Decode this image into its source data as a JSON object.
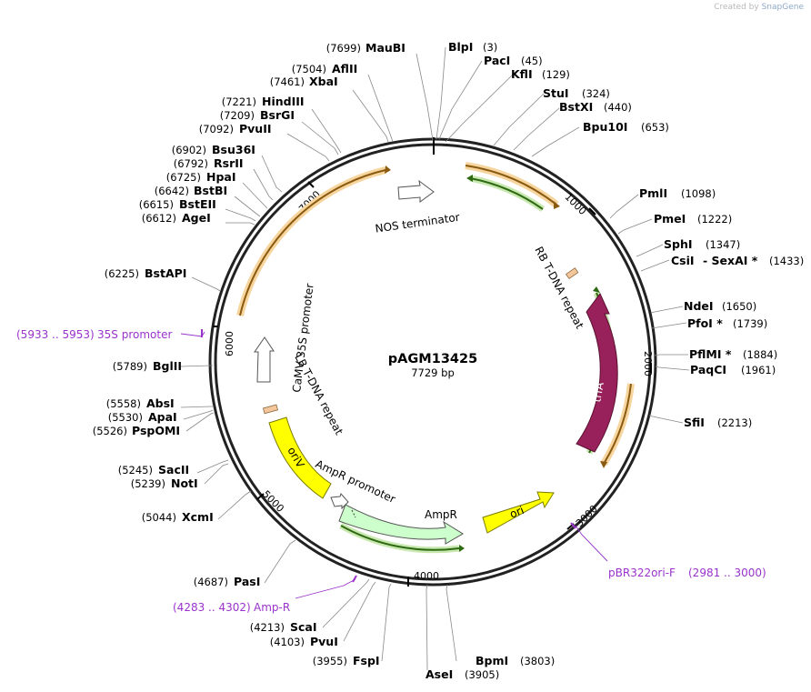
{
  "credit": {
    "prefix": "Created by",
    "brand": "SnapGene"
  },
  "plasmid": {
    "name": "pAGM13425",
    "size": "7729 bp"
  },
  "ticks": [
    "1000",
    "2000",
    "3000",
    "4000",
    "5000",
    "6000",
    "7000"
  ],
  "sites": [
    {
      "name": "MauBI",
      "pos": "(7699)"
    },
    {
      "name": "AflII",
      "pos": "(7504)"
    },
    {
      "name": "XbaI",
      "pos": "(7461)"
    },
    {
      "name": "HindIII",
      "pos": "(7221)"
    },
    {
      "name": "BsrGI",
      "pos": "(7209)"
    },
    {
      "name": "PvuII",
      "pos": "(7092)"
    },
    {
      "name": "Bsu36I",
      "pos": "(6902)"
    },
    {
      "name": "RsrII",
      "pos": "(6792)"
    },
    {
      "name": "HpaI",
      "pos": "(6725)"
    },
    {
      "name": "BstBI",
      "pos": "(6642)"
    },
    {
      "name": "BstEII",
      "pos": "(6615)"
    },
    {
      "name": "AgeI",
      "pos": "(6612)"
    },
    {
      "name": "BstAPI",
      "pos": "(6225)"
    },
    {
      "name": "BglII",
      "pos": "(5789)"
    },
    {
      "name": "AbsI",
      "pos": "(5558)"
    },
    {
      "name": "ApaI",
      "pos": "(5530)"
    },
    {
      "name": "PspOMI",
      "pos": "(5526)"
    },
    {
      "name": "SacII",
      "pos": "(5245)"
    },
    {
      "name": "NotI",
      "pos": "(5239)"
    },
    {
      "name": "XcmI",
      "pos": "(5044)"
    },
    {
      "name": "PasI",
      "pos": "(4687)"
    },
    {
      "name": "ScaI",
      "pos": "(4213)"
    },
    {
      "name": "PvuI",
      "pos": "(4103)"
    },
    {
      "name": "FspI",
      "pos": "(3955)"
    },
    {
      "name": "AseI",
      "pos": "(3905)"
    },
    {
      "name": "BpmI",
      "pos": "(3803)"
    },
    {
      "name": "BlpI",
      "pos": "(3)"
    },
    {
      "name": "PacI",
      "pos": "(45)"
    },
    {
      "name": "KflI",
      "pos": "(129)"
    },
    {
      "name": "StuI",
      "pos": "(324)"
    },
    {
      "name": "BstXI",
      "pos": "(440)"
    },
    {
      "name": "Bpu10I",
      "pos": "(653)"
    },
    {
      "name": "PmlI",
      "pos": "(1098)"
    },
    {
      "name": "PmeI",
      "pos": "(1222)"
    },
    {
      "name": "SphI",
      "pos": "(1347)"
    },
    {
      "name": "CsiI",
      "pos": "(1433)"
    },
    {
      "name": "NdeI",
      "pos": "(1650)"
    },
    {
      "name": "PfoI *",
      "pos": "(1739)"
    },
    {
      "name": "PflMI *",
      "pos": "(1884)"
    },
    {
      "name": "PaqCI",
      "pos": "(1961)"
    },
    {
      "name": "SfiI",
      "pos": "(2213)"
    }
  ],
  "sexai": "- SexAI *",
  "sexai_pos": "(1433)",
  "primers": [
    {
      "name": "35S promoter",
      "pos": "(5933 .. 5953)"
    },
    {
      "name": "Amp-R",
      "pos": "(4283 .. 4302)"
    },
    {
      "name": "pBR322ori-F",
      "pos": "(2981 .. 3000)"
    }
  ],
  "features": {
    "nos_terminator": "NOS terminator",
    "rb_repeat": "RB T-DNA repeat",
    "trfa": "trfA",
    "ori": "ori",
    "ampr": "AmpR",
    "ampr_promoter": "AmpR promoter",
    "oriv": "oriV",
    "lb_repeat": "LB T-DNA repeat",
    "camv": "CaMV 35S promoter"
  },
  "colors": {
    "backbone": "#222222",
    "orange_arc": "#e8a33a",
    "green_arc": "#6ab04c",
    "trfa": "#99215b",
    "ori": "#ffff00",
    "oriv": "#ffff00",
    "ampr": "#ccffcc",
    "primer": "#9933cc"
  }
}
